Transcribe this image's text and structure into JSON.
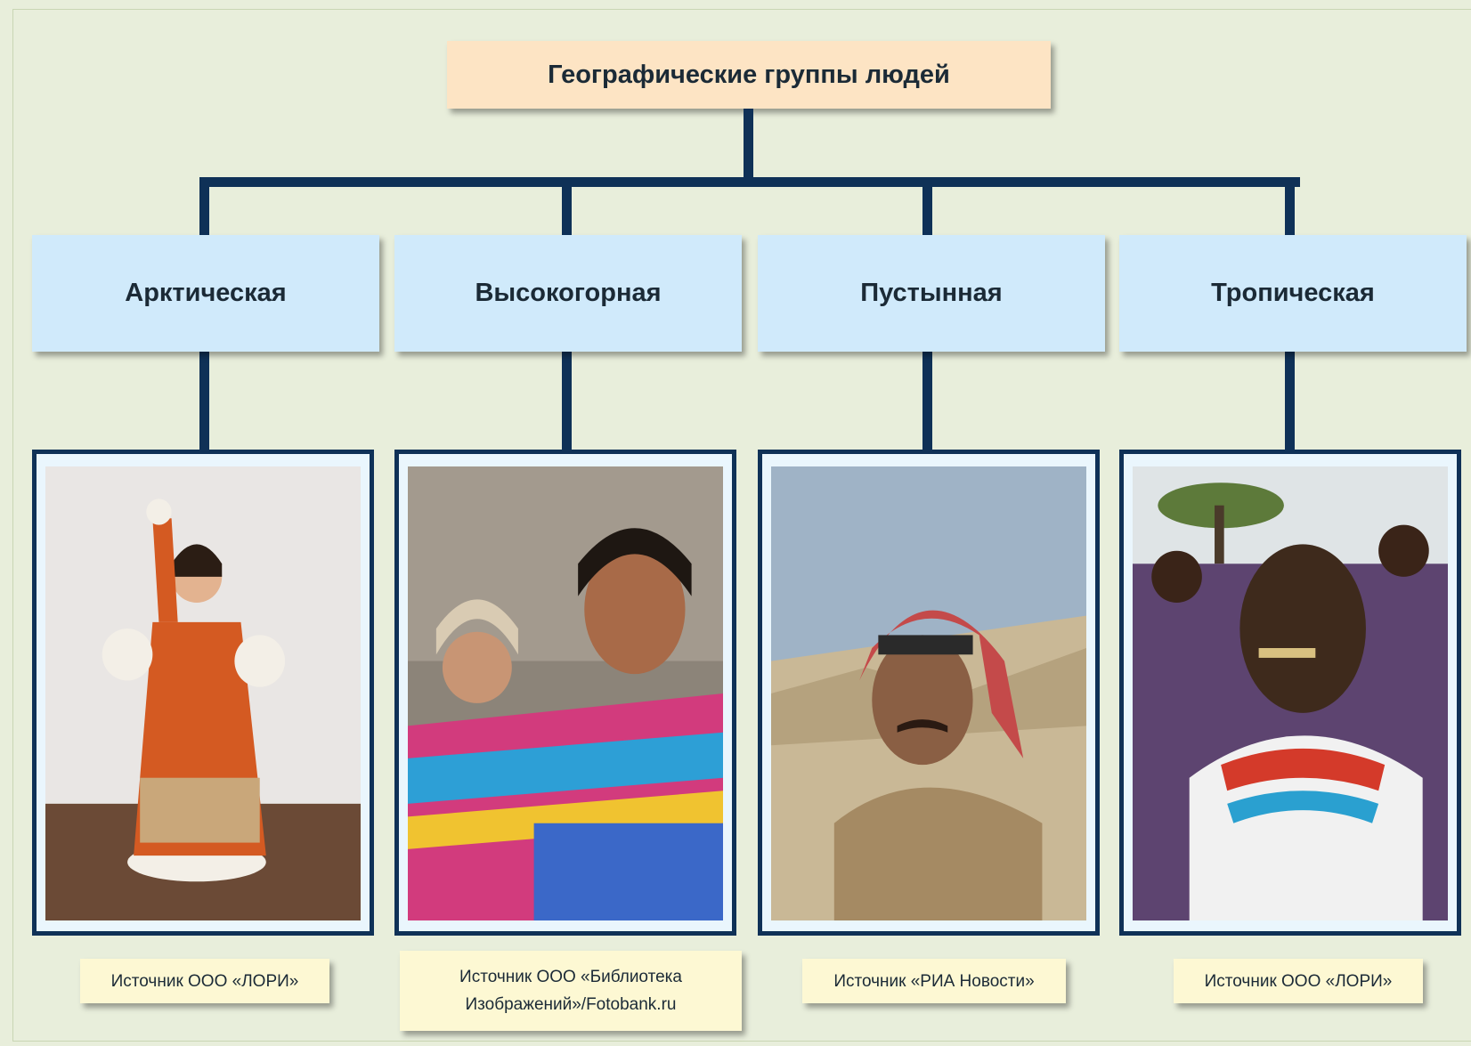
{
  "title": "Географические группы людей",
  "groups": [
    {
      "label": "Арктическая",
      "source": "Источник ООО «ЛОРИ»",
      "photo_icon": "arctic-woman-photo"
    },
    {
      "label": "Высокогорная",
      "source": "Источник ООО «Библиотека Изображений»/Fotobank.ru",
      "photo_icon": "highland-mother-child-photo"
    },
    {
      "label": "Пустынная",
      "source": "Источник «РИА Новости»",
      "photo_icon": "desert-man-photo"
    },
    {
      "label": "Тропическая",
      "source": "Источник ООО «ЛОРИ»",
      "photo_icon": "tropical-woman-photo"
    }
  ],
  "colors": {
    "background": "#e8eedb",
    "root_box": "#fde4c4",
    "category_box": "#d0eafb",
    "connector": "#0f3157",
    "source_box": "#fdf8d3"
  }
}
